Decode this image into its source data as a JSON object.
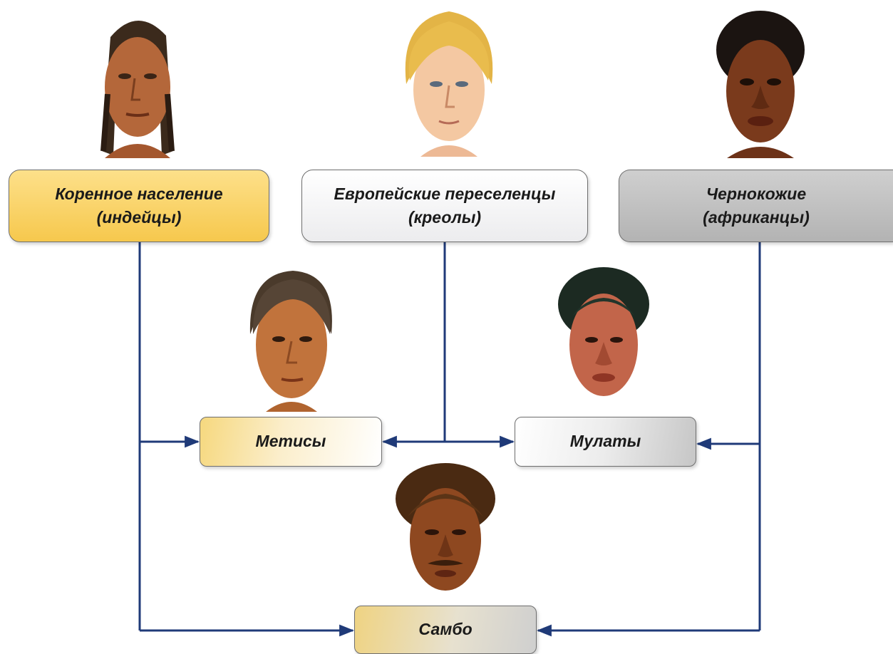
{
  "groups": {
    "natives": "Коренное население\n(индейцы)",
    "europeans": "Европейские переселенцы\n(креолы)",
    "africans": "Чернокожие\n(африканцы)"
  },
  "mixed": {
    "mestizos": "Метисы",
    "mulattos": "Мулаты",
    "zambos": "Самбо"
  },
  "colors": {
    "line": "#1f3a78",
    "natives_fill": "#f6c84d",
    "europeans_fill": "#ececee",
    "africans_fill": "#b3b3b3"
  },
  "portraits": [
    "indian-portrait",
    "european-portrait",
    "african-portrait",
    "mestizo-portrait",
    "mulatto-portrait",
    "zambo-portrait"
  ]
}
